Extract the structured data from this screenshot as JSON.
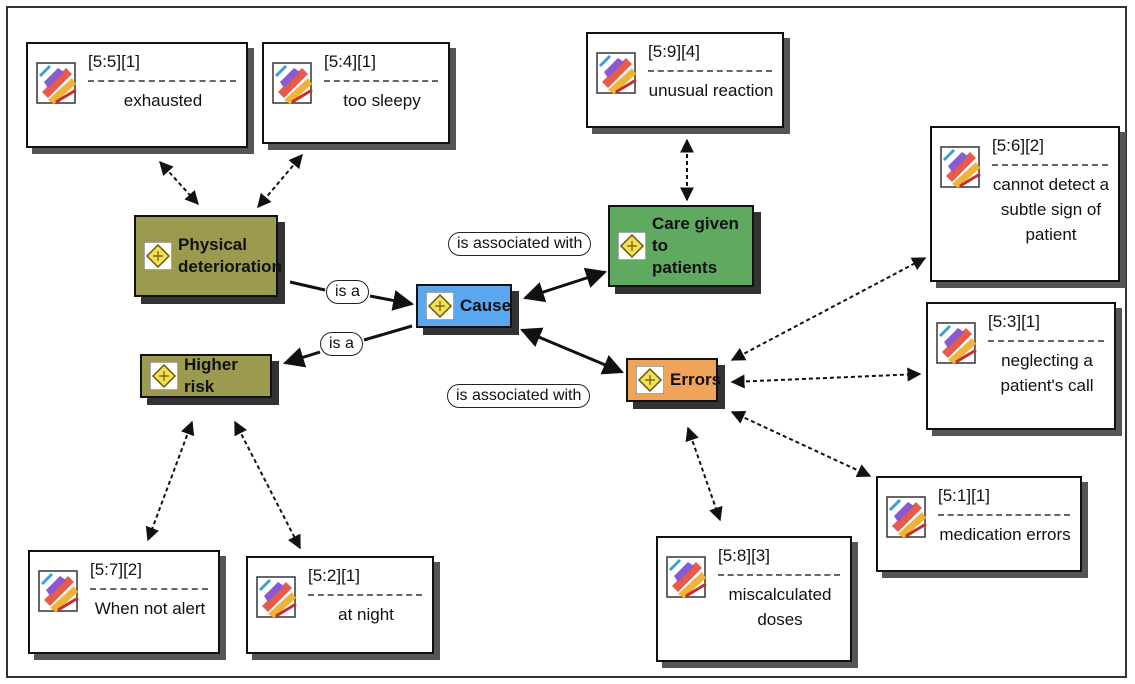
{
  "colors": {
    "physical": "#9b9a4f",
    "higher": "#9b9a4f",
    "care": "#5faa60",
    "cause": "#5aa7f0",
    "errors": "#f0a45a"
  },
  "icons": {
    "quote": "document-quote-icon",
    "code": "code-diamond-icon"
  },
  "codes": {
    "physical": {
      "label_line1": "Physical",
      "label_line2": "deterioration"
    },
    "higher": {
      "label": "Higher risk"
    },
    "cause": {
      "label": "Cause"
    },
    "care": {
      "label_line1": "Care given to",
      "label_line2": "patients"
    },
    "errors": {
      "label": "Errors"
    }
  },
  "relations": {
    "isa1": "is a",
    "isa2": "is a",
    "assoc1": "is associated with",
    "assoc2": "is associated with"
  },
  "quotes": {
    "q55": {
      "ref": "[5:5][1]",
      "lines": [
        "exhausted"
      ]
    },
    "q54": {
      "ref": "[5:4][1]",
      "lines": [
        "too sleepy"
      ]
    },
    "q59": {
      "ref": "[5:9][4]",
      "lines": [
        "unusual reaction"
      ]
    },
    "q56": {
      "ref": "[5:6][2]",
      "lines": [
        "cannot detect a",
        "subtle sign of",
        "patient"
      ]
    },
    "q53": {
      "ref": "[5:3][1]",
      "lines": [
        "neglecting a",
        "patient's call"
      ]
    },
    "q51": {
      "ref": "[5:1][1]",
      "lines": [
        "medication errors"
      ]
    },
    "q58": {
      "ref": "[5:8][3]",
      "lines": [
        "miscalculated",
        "doses"
      ]
    },
    "q57": {
      "ref": "[5:7][2]",
      "lines": [
        "When not alert"
      ]
    },
    "q52": {
      "ref": "[5:2][1]",
      "lines": [
        "at night"
      ]
    }
  }
}
